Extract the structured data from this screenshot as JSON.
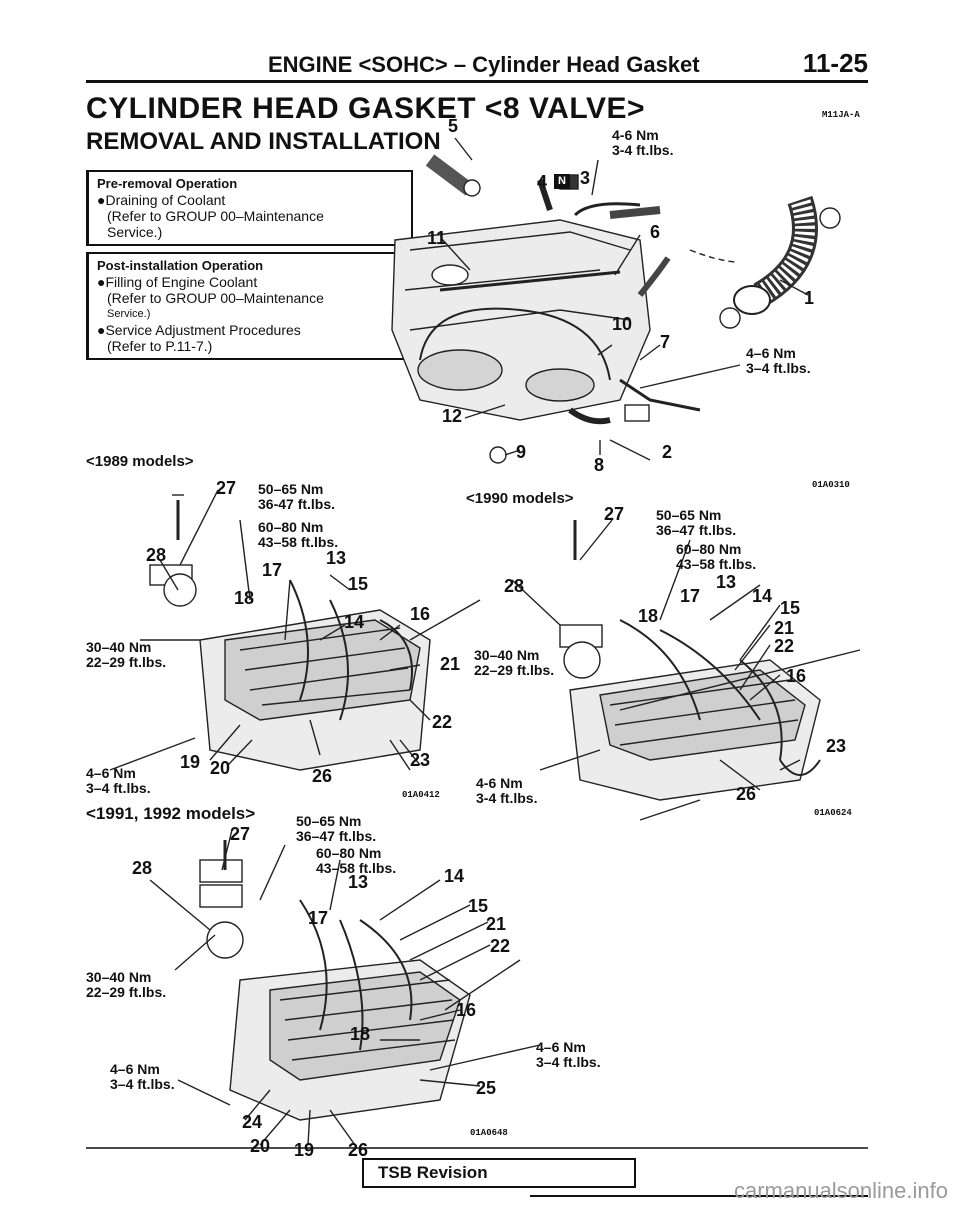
{
  "header": {
    "text": "ENGINE <SOHC> – Cylinder Head Gasket",
    "page_number": "11-25"
  },
  "title": "CYLINDER HEAD GASKET <8 VALVE>",
  "title_code": "M11JA-A",
  "subtitle": "REMOVAL AND INSTALLATION",
  "pre_removal": {
    "heading": "Pre-removal Operation",
    "lines": [
      "●Draining of Coolant",
      "(Refer to GROUP 00–Maintenance",
      "Service.)"
    ]
  },
  "post_install": {
    "heading": "Post-installation Operation",
    "lines": [
      "●Filling of Engine Coolant",
      "(Refer to GROUP 00–Maintenance",
      "Service.)",
      "●Service Adjustment Procedures",
      "(Refer to P.11-7.)"
    ]
  },
  "diagrams": {
    "top": {
      "code": "01A0310",
      "callouts": [
        "5",
        "4",
        "3",
        "11",
        "6",
        "1",
        "10",
        "7",
        "12",
        "9",
        "8",
        "2"
      ],
      "torques": [
        {
          "nm": "4-6 Nm",
          "ft": "3-4 ft.lbs."
        },
        {
          "nm": "4–6 Nm",
          "ft": "3–4 ft.lbs."
        }
      ]
    },
    "m1989": {
      "label": "<1989 models>",
      "code": "01A0412",
      "callouts": [
        "27",
        "28",
        "13",
        "17",
        "15",
        "18",
        "14",
        "16",
        "21",
        "22",
        "19",
        "20",
        "23",
        "26"
      ],
      "torques": [
        {
          "nm": "50–65 Nm",
          "ft": "36-47 ft.lbs."
        },
        {
          "nm": "60–80 Nm",
          "ft": "43–58 ft.lbs."
        },
        {
          "nm": "30–40 Nm",
          "ft": "22–29 ft.lbs."
        },
        {
          "nm": "4–6 Nm",
          "ft": "3–4 ft.lbs."
        }
      ]
    },
    "m1990": {
      "label": "<1990 models>",
      "code": "01A0624",
      "callouts": [
        "27",
        "28",
        "13",
        "17",
        "14",
        "18",
        "15",
        "21",
        "22",
        "16",
        "23",
        "26"
      ],
      "torques": [
        {
          "nm": "50–65 Nm",
          "ft": "36–47 ft.lbs."
        },
        {
          "nm": "60–80 Nm",
          "ft": "43–58 ft.lbs."
        },
        {
          "nm": "30–40 Nm",
          "ft": "22–29 ft.lbs."
        },
        {
          "nm": "4-6 Nm",
          "ft": "3-4 ft.lbs."
        }
      ]
    },
    "m1991": {
      "label": "<1991, 1992 models>",
      "code": "01A0648",
      "callouts": [
        "27",
        "28",
        "13",
        "14",
        "15",
        "17",
        "21",
        "22",
        "16",
        "18",
        "25",
        "24",
        "20",
        "19",
        "26"
      ],
      "torques": [
        {
          "nm": "50–65 Nm",
          "ft": "36–47 ft.lbs."
        },
        {
          "nm": "60–80 Nm",
          "ft": "43–58 ft.lbs."
        },
        {
          "nm": "30–40 Nm",
          "ft": "22–29 ft.lbs."
        },
        {
          "nm": "4–6 Nm",
          "ft": "3–4 ft.lbs."
        },
        {
          "nm": "4–6 Nm",
          "ft": "3–4 ft.lbs."
        }
      ]
    }
  },
  "footer": {
    "tsb_label": "TSB Revision",
    "watermark": "carmanualsonline.info"
  }
}
